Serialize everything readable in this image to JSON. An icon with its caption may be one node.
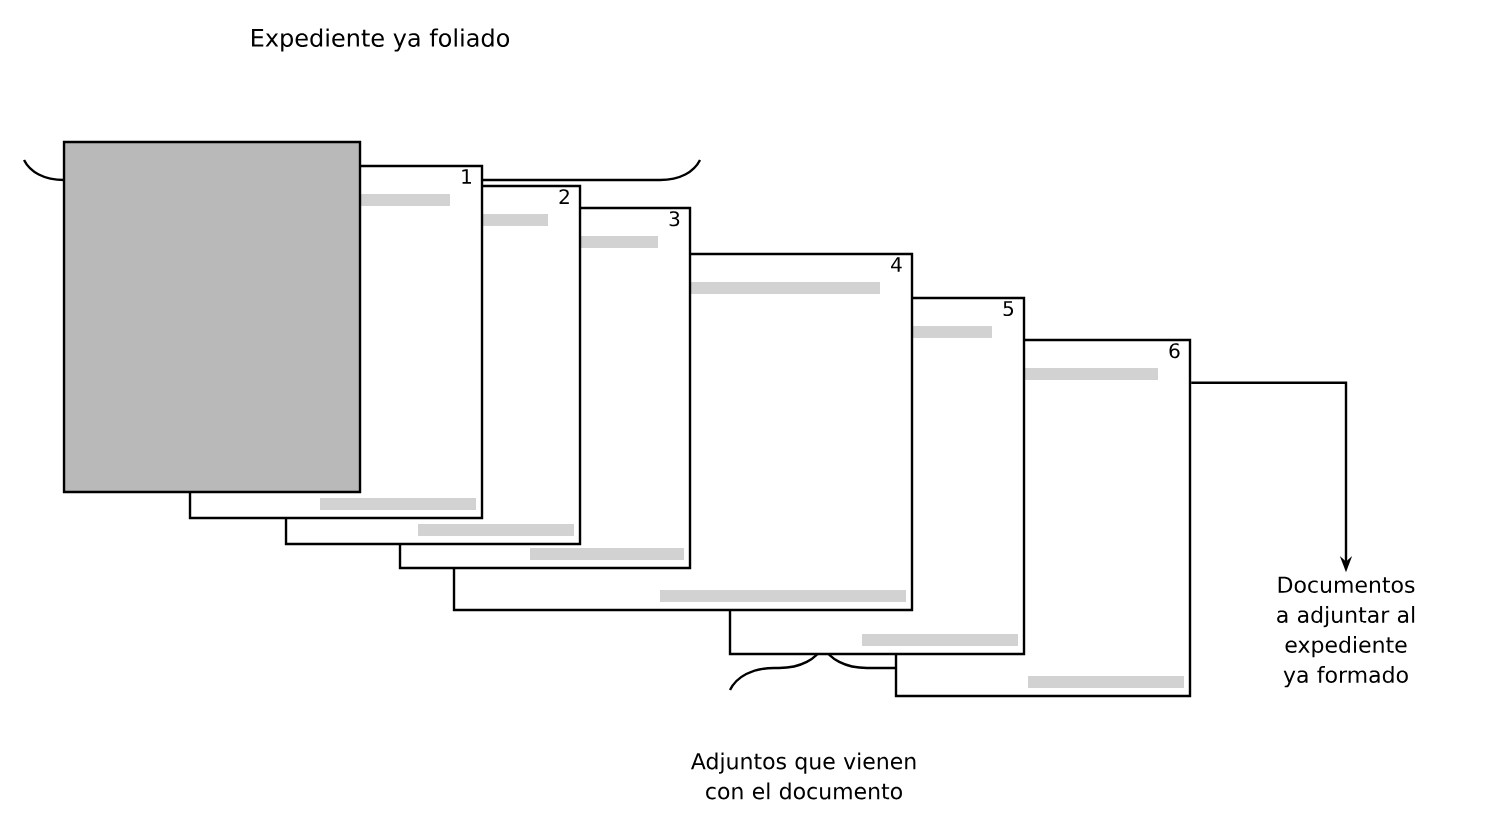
{
  "diagram": {
    "nodes": [
      {
        "text": [],
        "shape": "box"
      },
      {
        "text": [
          "1"
        ]
      },
      {
        "text": [
          "2"
        ]
      },
      {
        "text": [
          "3"
        ]
      },
      {
        "text": [
          "4"
        ]
      },
      {
        "text": [
          "5"
        ]
      },
      {
        "text": [
          "6"
        ]
      },
      {
        "text": [
          "Documentos a adjuntar al expediente ya formado"
        ]
      }
    ],
    "edges": [
      {
        "from": 6,
        "to": 7,
        "arrow": "to"
      }
    ],
    "labels": [
      "Expediente ya foliado",
      "Adjuntos que vienen con el documento"
    ]
  }
}
